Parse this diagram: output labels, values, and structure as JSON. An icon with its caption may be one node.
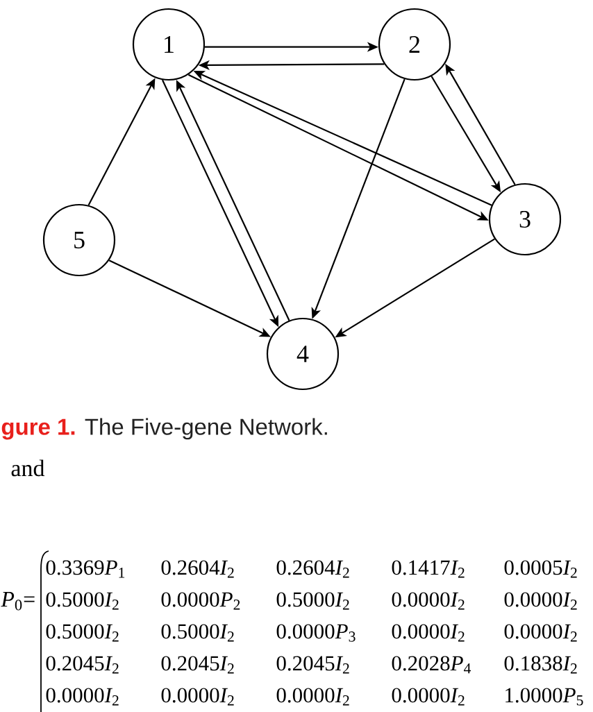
{
  "diagram": {
    "caption": "**gure 1.** The Five-gene Network.",
    "nodes": [
      {
        "text": [
          "1"
        ]
      },
      {
        "text": [
          "2"
        ]
      },
      {
        "text": [
          "3"
        ]
      },
      {
        "text": [
          "4"
        ]
      },
      {
        "text": [
          "5"
        ]
      }
    ],
    "edges": [
      {
        "from": 0,
        "to": 1,
        "arrow": "to"
      },
      {
        "from": 1,
        "to": 0,
        "arrow": "to"
      },
      {
        "from": 0,
        "to": 3,
        "arrow": "to"
      },
      {
        "from": 3,
        "to": 0,
        "arrow": "to"
      },
      {
        "from": 0,
        "to": 2,
        "arrow": "to"
      },
      {
        "from": 2,
        "to": 0,
        "arrow": "to"
      },
      {
        "from": 1,
        "to": 2,
        "arrow": "to"
      },
      {
        "from": 2,
        "to": 1,
        "arrow": "to"
      },
      {
        "from": 1,
        "to": 3,
        "arrow": "to"
      },
      {
        "from": 4,
        "to": 0,
        "arrow": "to"
      },
      {
        "from": 4,
        "to": 3,
        "arrow": "to"
      },
      {
        "from": 2,
        "to": 3,
        "arrow": "to"
      }
    ],
    "labels": [
      "and",
      "*P*$_{0}$=",
      "0.3369P$_{1}$",
      "0.2604I$_{2}$",
      "0.2604I$_{2}$",
      "0.1417I$_{2}$",
      "0.0005I$_{2}$",
      "0.5000I$_{2}$",
      "0.0000P$_{2}$",
      "0.5000I$_{2}$",
      "0.0000I$_{2}$",
      "0.0000I$_{2}$",
      "0.5000I$_{2}$",
      "0.5000I$_{2}$",
      "0.0000P$_{3}$",
      "0.0000I$_{2}$",
      "0.0000I$_{2}$",
      "0.2045I$_{2}$",
      "0.2045I$_{2}$",
      "0.2045I$_{2}$",
      "0.2028P$_{4}$",
      "0.1838I$_{2}$",
      "0.0000I$_{2}$",
      "0.0000I$_{2}$",
      "0.0000I$_{2}$",
      "0.0000I$_{2}$",
      "1.0000P$_{5}$"
    ]
  }
}
